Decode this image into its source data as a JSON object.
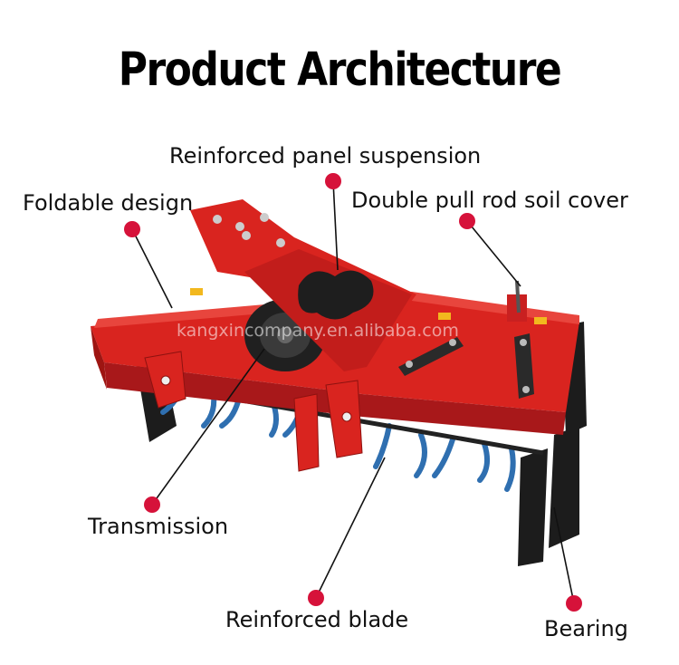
{
  "title": "Product Architecture",
  "watermark": "kangxincompany.en.alibaba.com",
  "callouts": [
    {
      "id": "reinforced-panel-suspension",
      "text": "Reinforced panel suspension"
    },
    {
      "id": "foldable-design",
      "text": "Foldable design"
    },
    {
      "id": "double-pull-rod-soil-cover",
      "text": "Double pull rod soil cover"
    },
    {
      "id": "transmission",
      "text": "Transmission"
    },
    {
      "id": "reinforced-blade",
      "text": "Reinforced blade"
    },
    {
      "id": "bearing",
      "text": "Bearing"
    }
  ],
  "colors": {
    "machine_red": "#d9241f",
    "machine_dark_red": "#9e1512",
    "blade_blue": "#2f6fb0",
    "marker_red": "#d6123a",
    "frame_black": "#1c1c1c"
  }
}
